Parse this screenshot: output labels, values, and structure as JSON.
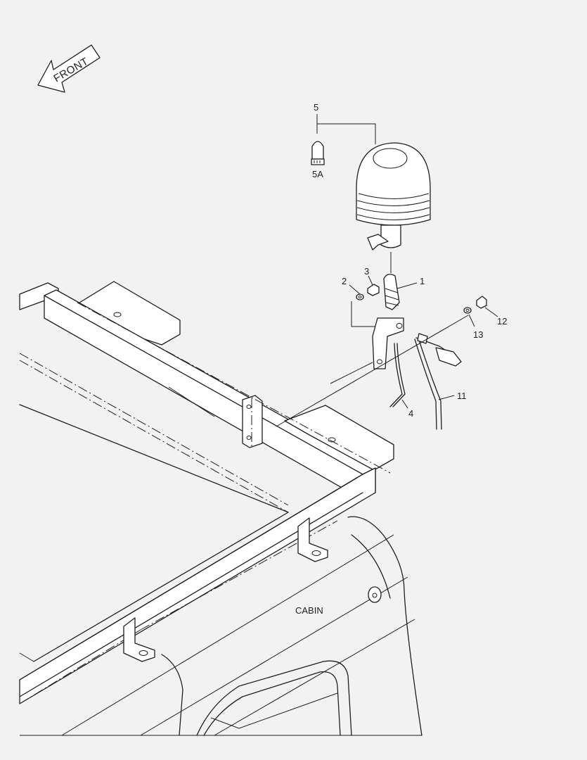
{
  "front_arrow": {
    "label": "FRONT"
  },
  "cabin_label": "CABIN",
  "callouts": {
    "c1": "1",
    "c2": "2",
    "c3": "3",
    "c4": "4",
    "c5": "5",
    "c5a": "5A",
    "c11": "11",
    "c12": "12",
    "c13": "13"
  }
}
